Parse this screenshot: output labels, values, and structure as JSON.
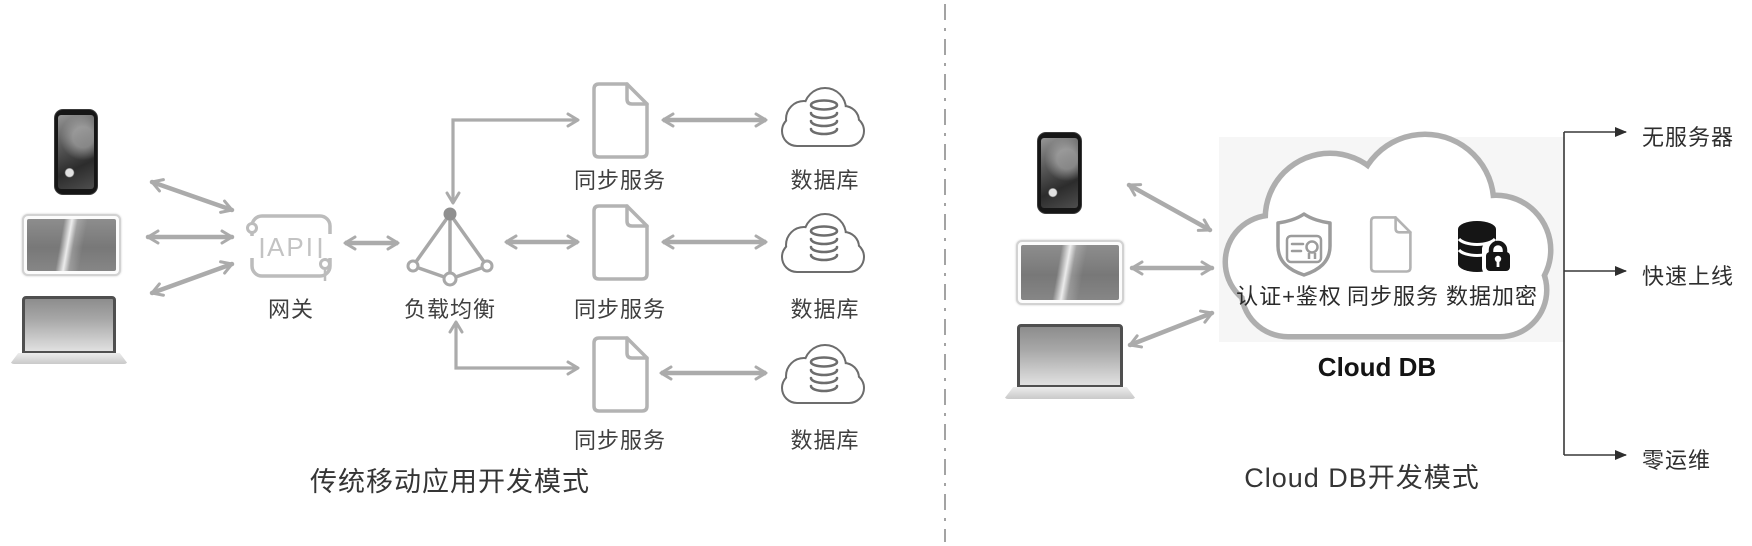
{
  "left_panel": {
    "title": "传统移动应用开发模式",
    "gateway": {
      "icon_text": "API",
      "label": "网关"
    },
    "load_balancer": {
      "label": "负载均衡"
    },
    "sync_service_labels": [
      "同步服务",
      "同步服务",
      "同步服务"
    ],
    "database_labels": [
      "数据库",
      "数据库",
      "数据库"
    ],
    "device_names": [
      "smartphone",
      "tablet",
      "laptop"
    ]
  },
  "right_panel": {
    "title": "Cloud DB开发模式",
    "cloud_label": "Cloud DB",
    "features": [
      {
        "icon": "shield-certificate-icon",
        "label": "认证+鉴权"
      },
      {
        "icon": "document-icon",
        "label": "同步服务"
      },
      {
        "icon": "database-lock-icon",
        "label": "数据加密"
      }
    ],
    "benefits": [
      "无服务器",
      "快速上线",
      "零运维"
    ],
    "device_names": [
      "smartphone",
      "tablet",
      "laptop"
    ]
  },
  "colors": {
    "arrow_gray": "#ababab",
    "icon_light_gray": "#b9b9b9",
    "db_cloud_gray": "#6d6d6d",
    "big_cloud_gray": "#aeaeae",
    "panel_bg": "#f6f6f6",
    "black_icon": "#151515",
    "text_dark": "#3f3f3f",
    "bracket_line": "#383838"
  }
}
